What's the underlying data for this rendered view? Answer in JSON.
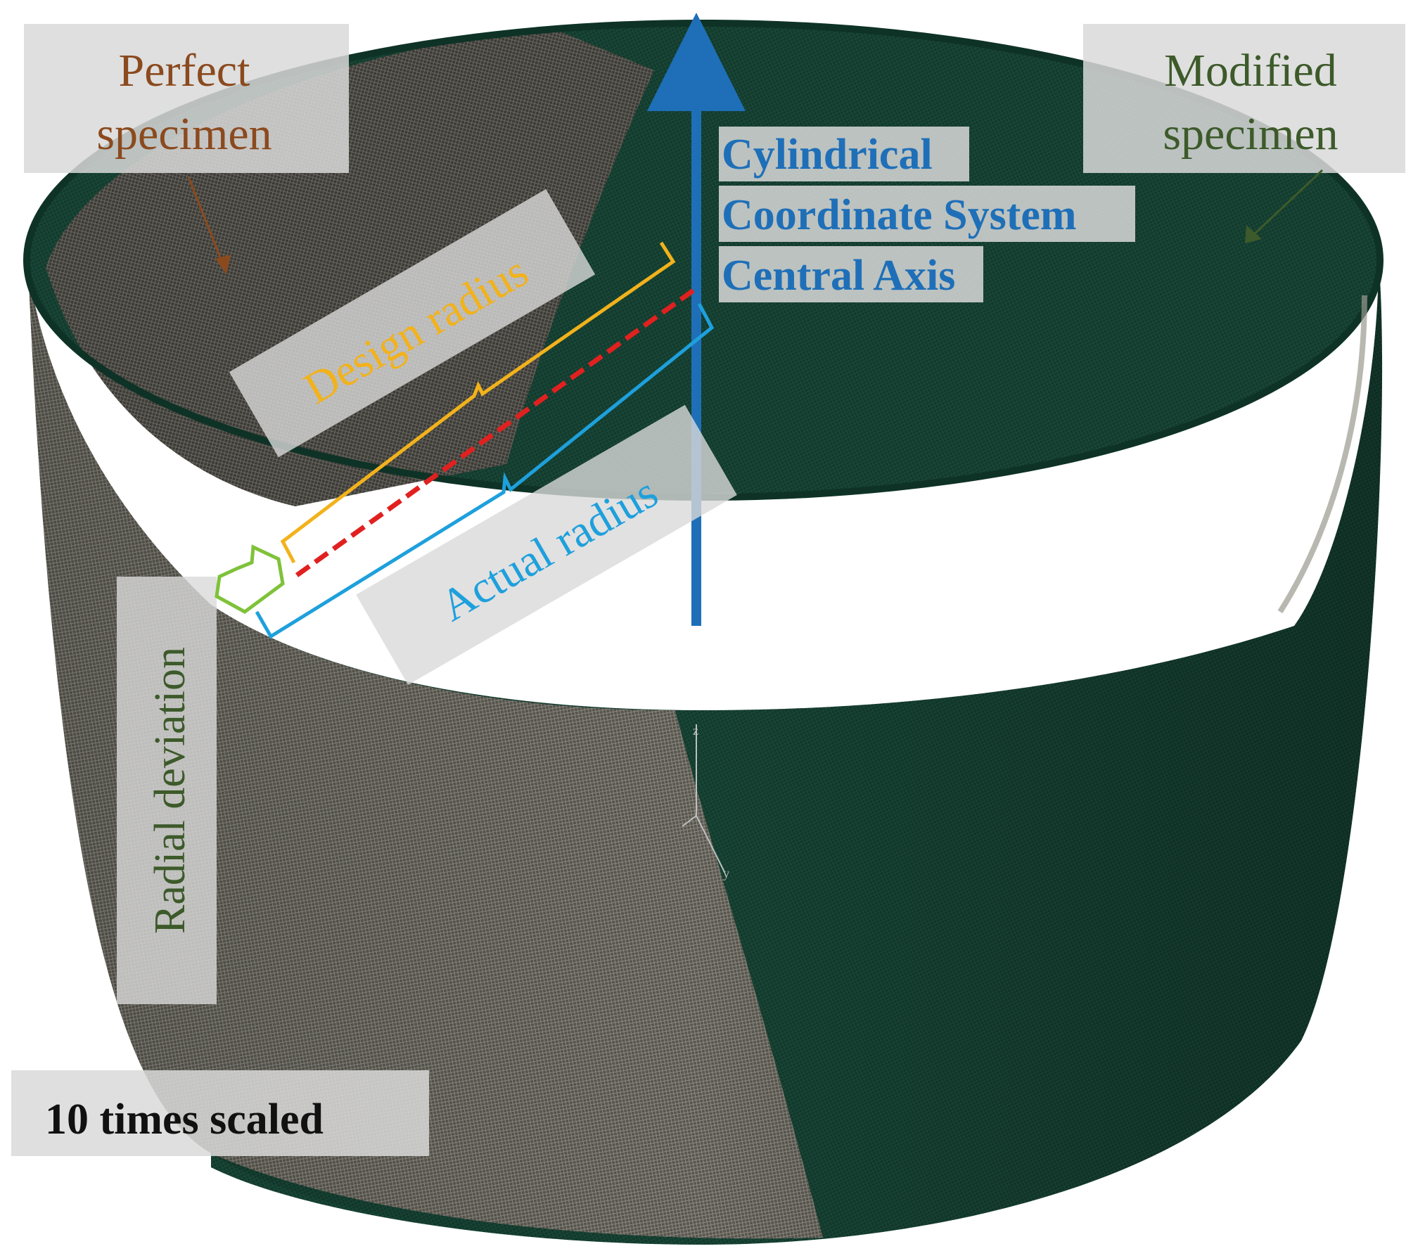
{
  "labels": {
    "perfect_line1": "Perfect",
    "perfect_line2": "specimen",
    "modified_line1": "Modified",
    "modified_line2": "specimen",
    "axis_line1": "Cylindrical",
    "axis_line2": "Coordinate System",
    "axis_line3": "Central Axis",
    "design_radius": "Design  radius",
    "actual_radius": "Actual radius",
    "radial_deviation": "Radial deviation",
    "scale_note": "10 times scaled",
    "triad_z": "z",
    "triad_y": "y"
  },
  "colors": {
    "perfect": "#8B4A1E",
    "modified": "#3D5A2A",
    "axis": "#1E6FB8",
    "design": "#F2B21B",
    "actual": "#1EA0DC",
    "deviation": "#7FC23A",
    "centerline": "#E0211F",
    "mesh_dark": "#123B2E",
    "mesh_grey": "#5C5A52"
  }
}
